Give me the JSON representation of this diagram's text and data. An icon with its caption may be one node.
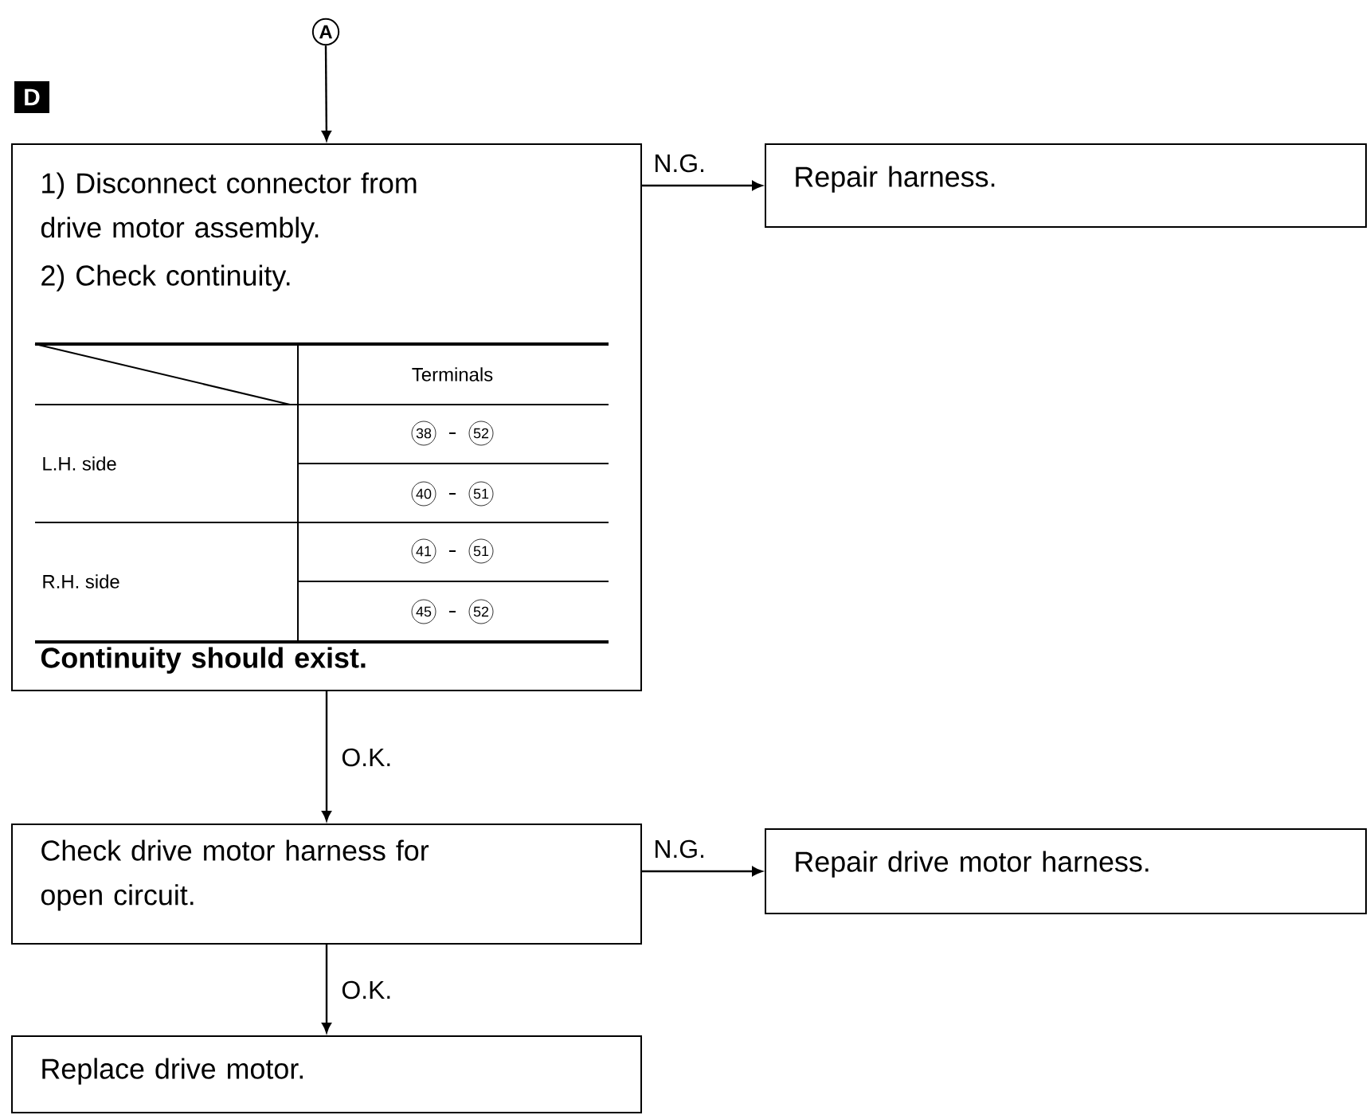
{
  "diagram": {
    "nodes": [
      {
        "text": [
          "A"
        ]
      },
      {
        "text": [
          "1) Disconnect connector from drive motor assembly.",
          "2) Check continuity.",
          "Continuity should exist."
        ]
      },
      {
        "text": [
          "Repair harness."
        ]
      },
      {
        "text": [
          "Check drive motor harness for open circuit."
        ]
      },
      {
        "text": [
          "Repair drive motor harness."
        ]
      },
      {
        "text": [
          "Replace drive motor."
        ]
      }
    ],
    "edges": [
      {
        "from": 0,
        "to": 1,
        "arrow": "to"
      },
      {
        "from": 1,
        "to": 2,
        "arrow": "to",
        "label": "N.G."
      },
      {
        "from": 1,
        "to": 3,
        "arrow": "to",
        "label": "O.K."
      },
      {
        "from": 3,
        "to": 4,
        "arrow": "to",
        "label": "N.G."
      },
      {
        "from": 3,
        "to": 5,
        "arrow": "to",
        "label": "O.K."
      }
    ],
    "labels": [
      "D",
      "Terminals",
      "L.H. side",
      "38",
      "52",
      "40",
      "51",
      "R.H. side",
      "41",
      "51",
      "45",
      "52"
    ]
  }
}
